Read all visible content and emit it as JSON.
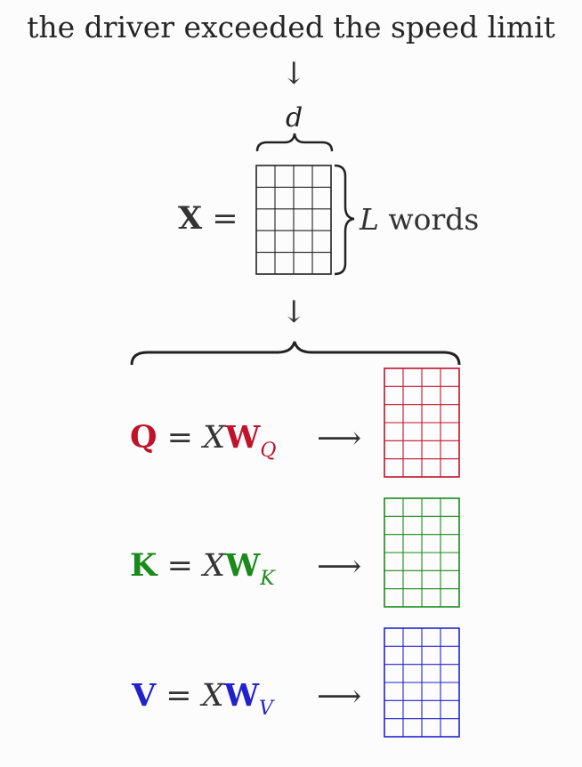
{
  "sentence": "the driver exceeded the speed limit",
  "arrow_glyph": "↓",
  "long_arrow_glyph": "⟶",
  "dim_label": "d",
  "x_matrix": {
    "lhs": "X",
    "equals": "=",
    "rows_label_var": "L",
    "rows_label_word": "words",
    "grid": {
      "rows": 5,
      "cols": 4
    }
  },
  "projections": [
    {
      "name": "Q",
      "equals": "=",
      "x": "X",
      "w": "W",
      "sub": "Q",
      "color": "#c0132a",
      "grid": {
        "rows": 6,
        "cols": 4
      }
    },
    {
      "name": "K",
      "equals": "=",
      "x": "X",
      "w": "W",
      "sub": "K",
      "color": "#1a8a1a",
      "grid": {
        "rows": 6,
        "cols": 4
      }
    },
    {
      "name": "V",
      "equals": "=",
      "x": "X",
      "w": "W",
      "sub": "V",
      "color": "#2222cc",
      "grid": {
        "rows": 6,
        "cols": 4
      }
    }
  ],
  "colors": {
    "ink": "#222222",
    "background": "#fdfcfd"
  }
}
